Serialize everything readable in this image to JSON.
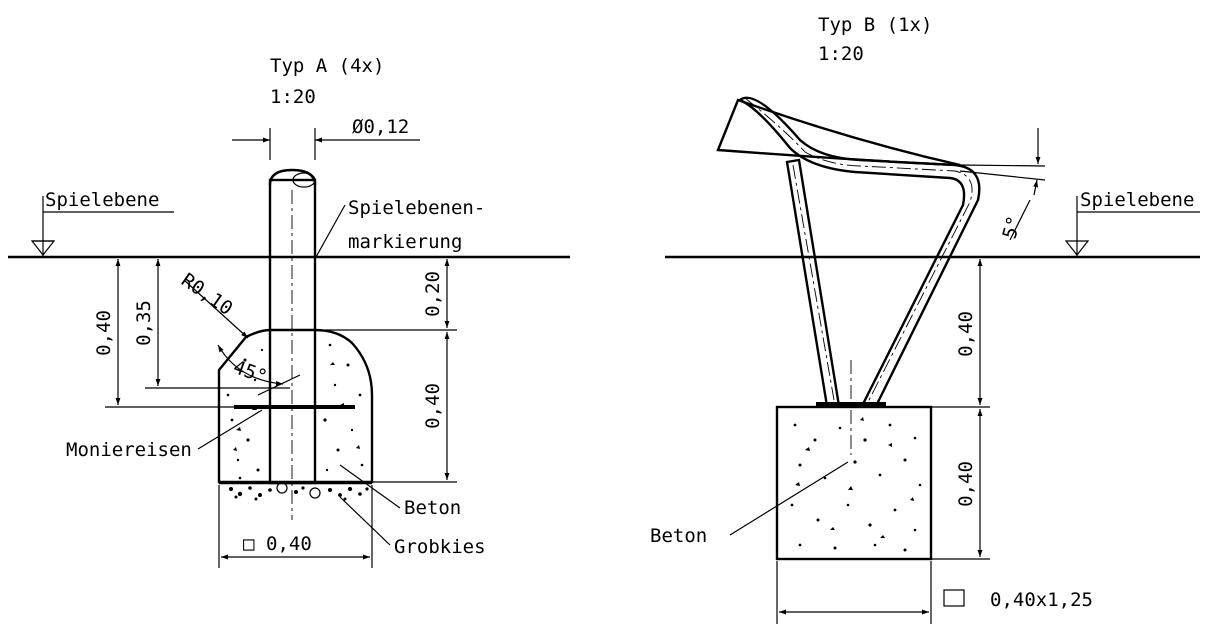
{
  "type_a": {
    "title": "Typ A (4x)",
    "scale": "1:20",
    "diameter": "Ø0,12",
    "play_level": "Spielebene",
    "marking_line1": "Spielebenen-",
    "marking_line2": "markierung",
    "radius": "R0,10",
    "angle": "45°",
    "dim_040_left": "0,40",
    "dim_035": "0,35",
    "dim_020": "0,20",
    "dim_040_right": "0,40",
    "rebar": "Moniereisen",
    "concrete": "Beton",
    "gravel": "Grobkies",
    "square_symbol": "□",
    "base": "0,40"
  },
  "type_b": {
    "title": "Typ B (1x)",
    "scale": "1:20",
    "play_level": "Spielebene",
    "angle": "5°",
    "dim_040_upper": "0,40",
    "dim_040_lower": "0,40",
    "concrete": "Beton",
    "base": "0,40x1,25"
  }
}
